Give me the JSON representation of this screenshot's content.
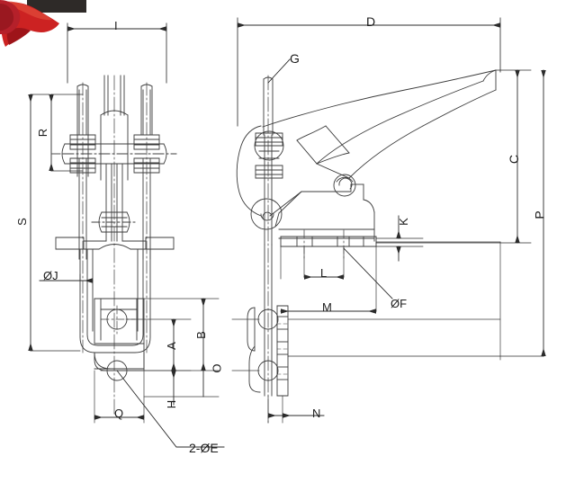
{
  "drawing": {
    "title": "Toggle clamp dimensional drawing",
    "type": "engineering-2-view-orthographic",
    "background_color": "#ffffff",
    "line_color": "#3c3c3c",
    "text_color": "#1b1b1b",
    "accent_color": "#cc2222",
    "views": [
      {
        "name": "front-view",
        "position": "left"
      },
      {
        "name": "side-view",
        "position": "right"
      }
    ]
  },
  "dimensions": {
    "left_view": [
      {
        "id": "I",
        "label": "I",
        "orientation": "horizontal",
        "position": "top"
      },
      {
        "id": "R",
        "label": "R",
        "orientation": "vertical",
        "position": "left-inner"
      },
      {
        "id": "S",
        "label": "S",
        "orientation": "vertical",
        "position": "left-outer"
      },
      {
        "id": "OJ",
        "label": "ØJ",
        "orientation": "horizontal",
        "position": "left-middle"
      },
      {
        "id": "A",
        "label": "A",
        "orientation": "vertical",
        "position": "right-inner"
      },
      {
        "id": "B",
        "label": "B",
        "orientation": "vertical",
        "position": "right-middle"
      },
      {
        "id": "O",
        "label": "O",
        "orientation": "vertical",
        "position": "right-outer"
      },
      {
        "id": "H",
        "label": "H",
        "orientation": "vertical",
        "position": "bottom-right"
      },
      {
        "id": "Q",
        "label": "Q",
        "orientation": "horizontal",
        "position": "bottom"
      },
      {
        "id": "2-OE",
        "label": "2-ØE",
        "orientation": "leader",
        "position": "bottom-callout"
      }
    ],
    "right_view": [
      {
        "id": "D",
        "label": "D",
        "orientation": "horizontal",
        "position": "top"
      },
      {
        "id": "G",
        "label": "G",
        "orientation": "leader",
        "position": "upper-left-callout"
      },
      {
        "id": "C",
        "label": "C",
        "orientation": "vertical",
        "position": "right-inner"
      },
      {
        "id": "P",
        "label": "P",
        "orientation": "vertical",
        "position": "right-outer"
      },
      {
        "id": "K",
        "label": "K",
        "orientation": "vertical",
        "position": "middle-right"
      },
      {
        "id": "L",
        "label": "L",
        "orientation": "horizontal",
        "position": "middle"
      },
      {
        "id": "M",
        "label": "M",
        "orientation": "horizontal",
        "position": "middle-lower"
      },
      {
        "id": "OF",
        "label": "ØF",
        "orientation": "leader",
        "position": "middle-right-callout"
      },
      {
        "id": "N",
        "label": "N",
        "orientation": "horizontal",
        "position": "bottom"
      }
    ]
  },
  "labels": {
    "I": "I",
    "R": "R",
    "S": "S",
    "OJ": "ØJ",
    "A": "A",
    "B": "B",
    "O": "O",
    "H": "H",
    "Q": "Q",
    "TWO_OE": "2-ØE",
    "D": "D",
    "G": "G",
    "C": "C",
    "P": "P",
    "K": "K",
    "L": "L",
    "M": "M",
    "OF": "ØF",
    "N": "N"
  },
  "decorations": {
    "photo_bar": {
      "name": "dark-photo-bar",
      "color": "#2e2a28"
    },
    "red_handle": {
      "name": "red-clamp-handle-photo",
      "color": "#cc2222"
    },
    "red_blob": {
      "name": "red-clamp-handle-photo-partial",
      "color": "#b5202a"
    }
  }
}
